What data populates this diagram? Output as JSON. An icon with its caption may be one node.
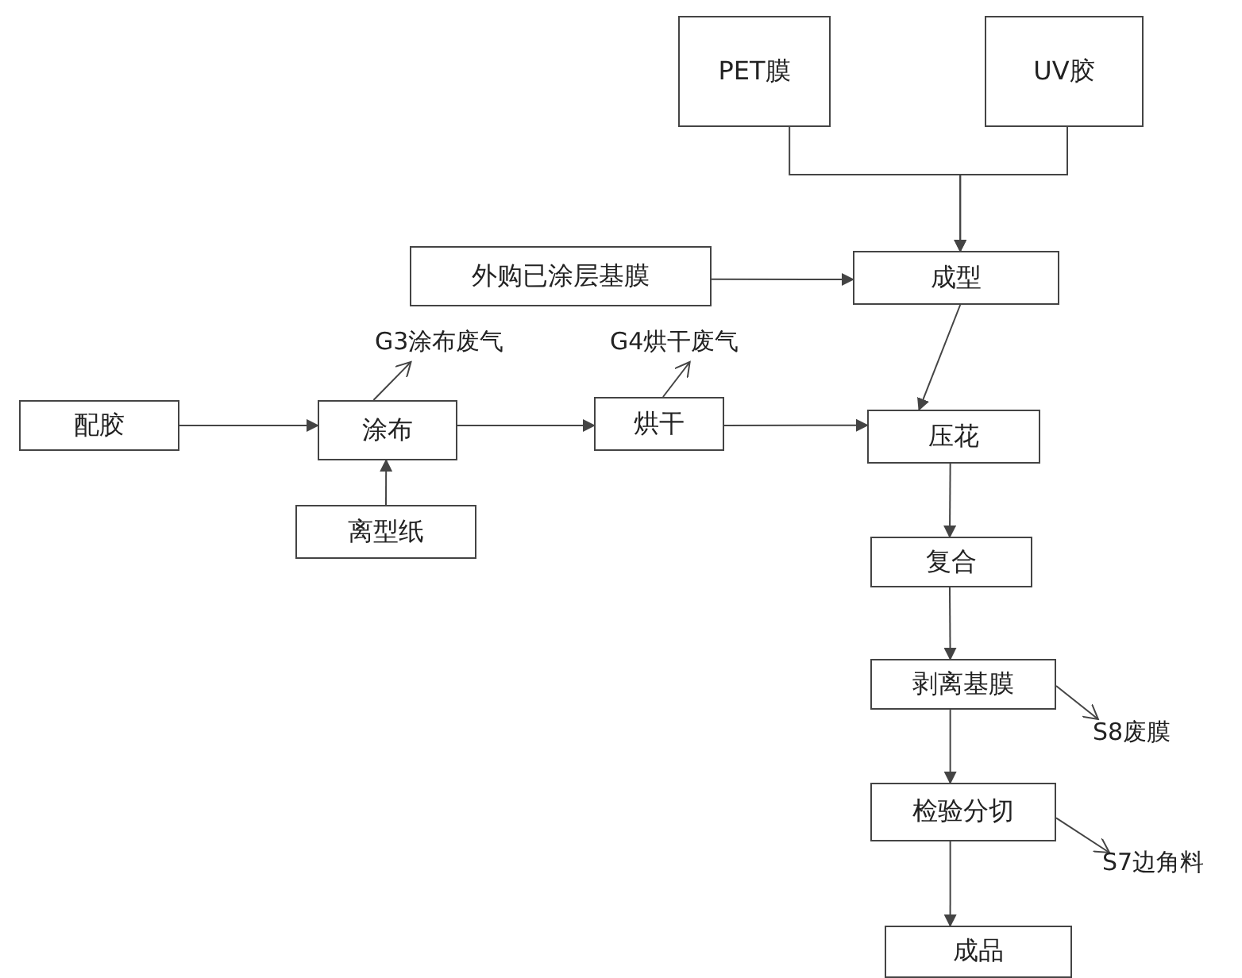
{
  "diagram": {
    "nodes": [
      {
        "text": [
          "PET膜"
        ]
      },
      {
        "text": [
          "UV胶"
        ]
      },
      {
        "text": [
          "外购已涂层基膜"
        ]
      },
      {
        "text": [
          "成型"
        ]
      },
      {
        "text": [
          "配胶"
        ]
      },
      {
        "text": [
          "涂布"
        ]
      },
      {
        "text": [
          "G3涂布废气"
        ]
      },
      {
        "text": [
          "烘干"
        ]
      },
      {
        "text": [
          "G4烘干废气"
        ]
      },
      {
        "text": [
          "离型纸"
        ]
      },
      {
        "text": [
          "压花"
        ]
      },
      {
        "text": [
          "复合"
        ]
      },
      {
        "text": [
          "剥离基膜"
        ]
      },
      {
        "text": [
          "S8废膜"
        ]
      },
      {
        "text": [
          "检验分切"
        ]
      },
      {
        "text": [
          "S7边角料"
        ]
      },
      {
        "text": [
          "成品"
        ]
      }
    ],
    "edges": [
      {
        "from": 0,
        "to": 3,
        "arrow": "to"
      },
      {
        "from": 1,
        "to": 3,
        "arrow": "to"
      },
      {
        "from": 2,
        "to": 3,
        "arrow": "to"
      },
      {
        "from": 3,
        "to": 10,
        "arrow": "to"
      },
      {
        "from": 4,
        "to": 5,
        "arrow": "to"
      },
      {
        "from": 9,
        "to": 5,
        "arrow": "to"
      },
      {
        "from": 5,
        "to": 6,
        "arrow": "to"
      },
      {
        "from": 5,
        "to": 7,
        "arrow": "to"
      },
      {
        "from": 7,
        "to": 8,
        "arrow": "to"
      },
      {
        "from": 7,
        "to": 10,
        "arrow": "to"
      },
      {
        "from": 10,
        "to": 11,
        "arrow": "to"
      },
      {
        "from": 11,
        "to": 12,
        "arrow": "to"
      },
      {
        "from": 12,
        "to": 13,
        "arrow": "to"
      },
      {
        "from": 12,
        "to": 14,
        "arrow": "to"
      },
      {
        "from": 14,
        "to": 15,
        "arrow": "to"
      },
      {
        "from": 14,
        "to": 16,
        "arrow": "to"
      }
    ]
  }
}
